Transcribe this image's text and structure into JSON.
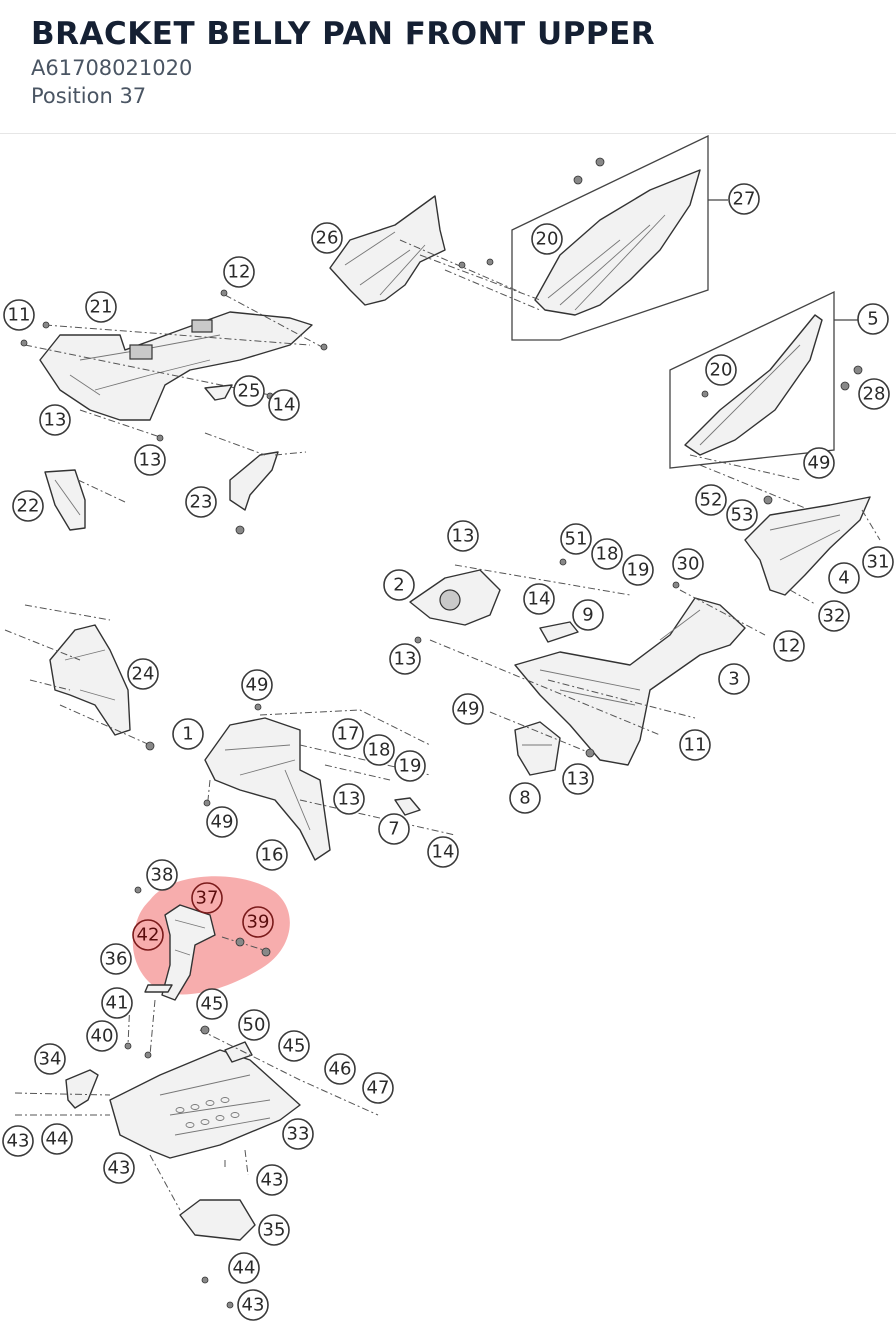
{
  "header": {
    "title": "BRACKET BELLY PAN FRONT UPPER",
    "part_number": "A61708021020",
    "position": "Position 37"
  },
  "highlight_color": "#f06a6a",
  "highlighted_callouts": [
    "37",
    "39",
    "42"
  ],
  "callouts": [
    "11",
    "21",
    "12",
    "13",
    "25",
    "14",
    "13",
    "22",
    "23",
    "26",
    "20",
    "27",
    "5",
    "20",
    "28",
    "49",
    "52",
    "53",
    "31",
    "4",
    "32",
    "13",
    "51",
    "18",
    "19",
    "30",
    "2",
    "14",
    "9",
    "13",
    "12",
    "3",
    "24",
    "49",
    "1",
    "17",
    "18",
    "19",
    "49",
    "11",
    "13",
    "8",
    "49",
    "13",
    "7",
    "16",
    "14",
    "38",
    "37",
    "39",
    "42",
    "36",
    "41",
    "45",
    "40",
    "50",
    "45",
    "34",
    "46",
    "47",
    "43",
    "44",
    "33",
    "43",
    "43",
    "35",
    "44",
    "43"
  ]
}
